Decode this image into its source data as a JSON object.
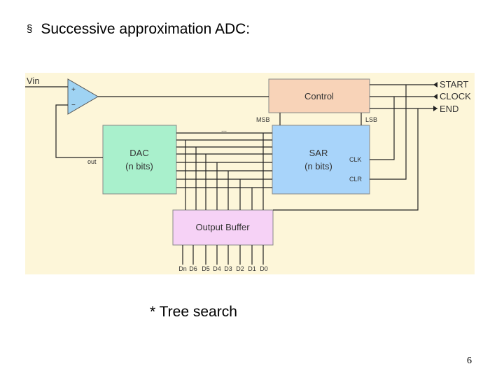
{
  "slide": {
    "bullet": "§",
    "title": "Successive approximation ADC:",
    "caption": "* Tree search",
    "page_number": "6"
  },
  "diagram": {
    "vin_label": "Vin",
    "comparator": {
      "plus": "+",
      "minus": "−"
    },
    "control_label": "Control",
    "dac": {
      "line1": "DAC",
      "line2": "(n bits)",
      "out_label": "out"
    },
    "sar": {
      "line1": "SAR",
      "line2": "(n bits)",
      "clk_label": "CLK",
      "clr_label": "CLR",
      "msb_label": "MSB",
      "lsb_label": "LSB"
    },
    "ellipsis": "...",
    "output_buffer_label": "Output Buffer",
    "signals": {
      "start": "START",
      "clock": "CLOCK",
      "end": "END"
    },
    "outputs": [
      "Dn",
      "D6",
      "D5",
      "D4",
      "D3",
      "D2",
      "D1",
      "D0"
    ],
    "colors": {
      "background": "#fdf6d9",
      "control": "#f8d3b8",
      "dac": "#a9f0cc",
      "sar": "#a8d4fa",
      "buffer": "#f6d2f6",
      "comparator": "#9fd3f3",
      "wire": "#222222"
    }
  }
}
